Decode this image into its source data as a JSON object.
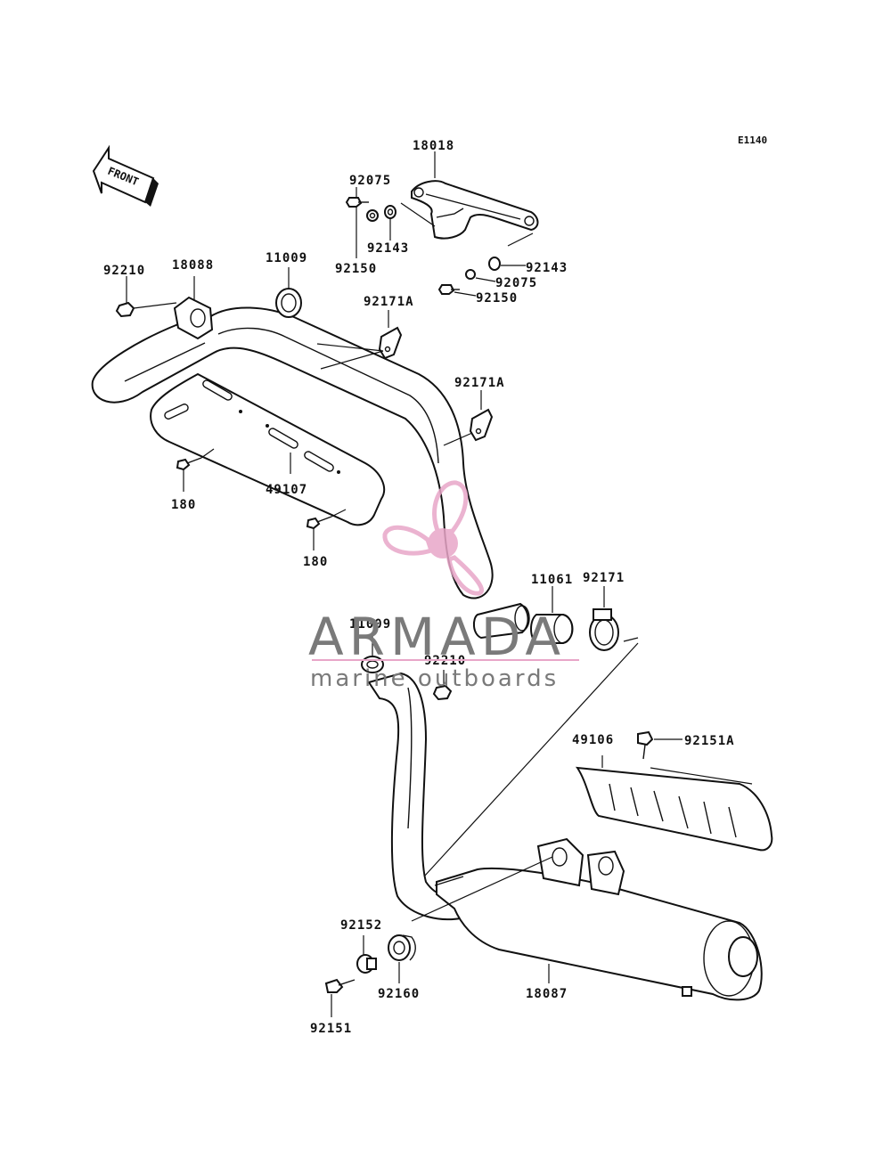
{
  "diagram": {
    "code": "E1140",
    "front_label": "FRONT",
    "parts": {
      "p18018": "18018",
      "p92075_top": "92075",
      "p92143_top": "92143",
      "p92150_top": "92150",
      "p92143_right": "92143",
      "p92075_right": "92075",
      "p92150_right": "92150",
      "p92210_top": "92210",
      "p18088": "18088",
      "p11009_top": "11009",
      "p92171a_upper": "92171A",
      "p92171a_mid": "92171A",
      "p180_left": "180",
      "p49107": "49107",
      "p180_lower": "180",
      "p11061": "11061",
      "p92171": "92171",
      "p11009_mid": "11009",
      "p92210_mid": "92210",
      "p49106": "49106",
      "p92151a": "92151A",
      "p92152": "92152",
      "p92160": "92160",
      "p18087": "18087",
      "p92151": "92151"
    }
  },
  "watermark": {
    "brand": "ARMADA",
    "tagline": "marine outboards",
    "accent_color": "#e8a6c8",
    "text_color": "#7a7a7a"
  }
}
